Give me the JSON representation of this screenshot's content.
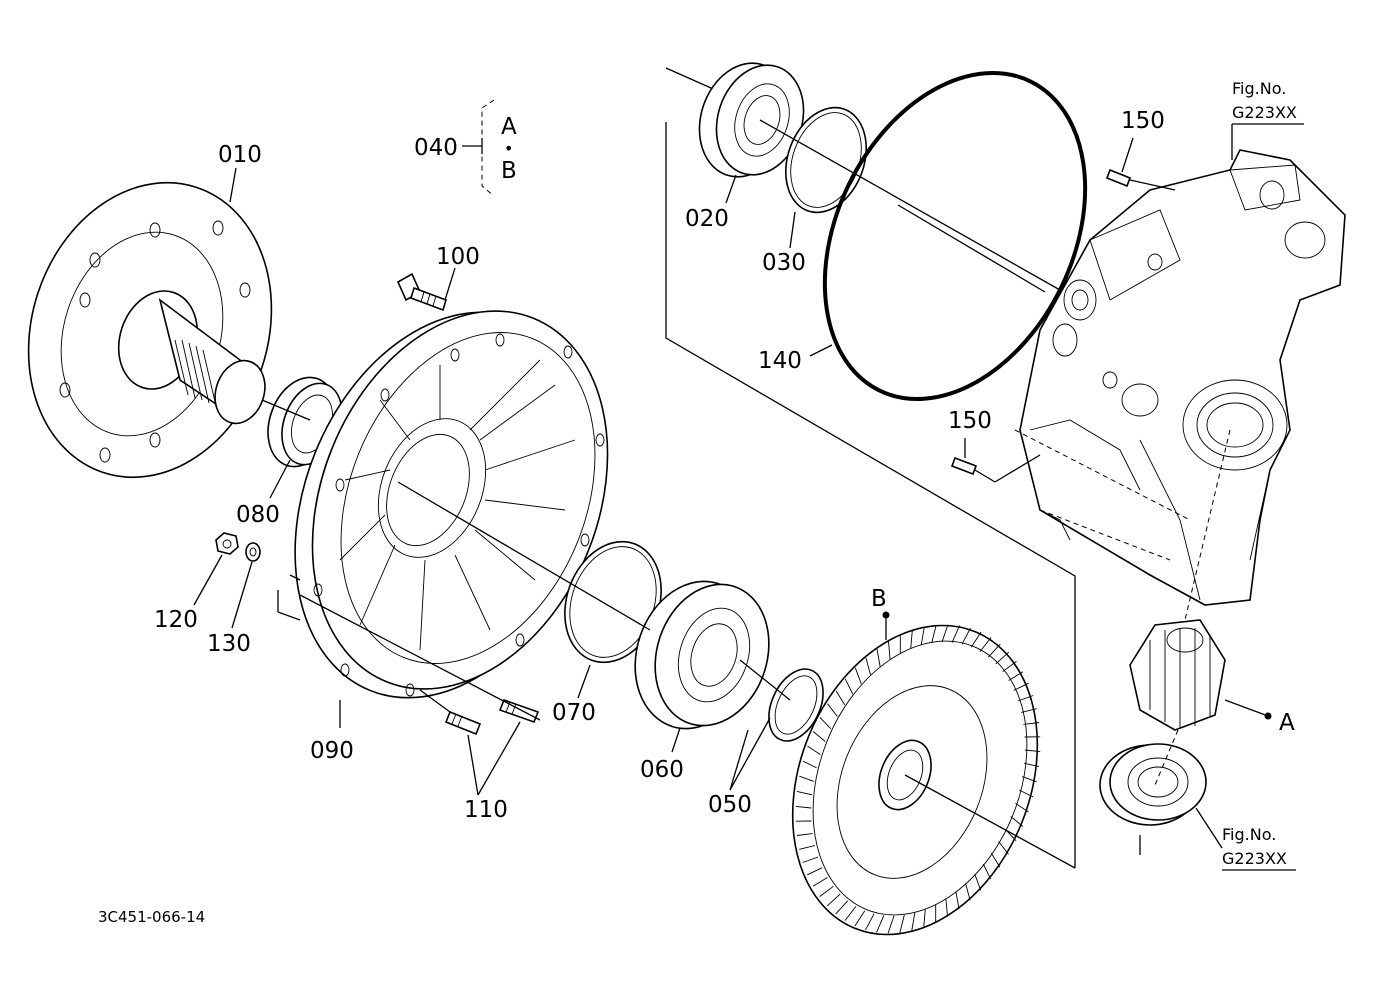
{
  "drawing_code": "3C451-066-14",
  "labels": {
    "p010": "010",
    "p020": "020",
    "p030": "030",
    "p040": "040",
    "p050": "050",
    "p060": "060",
    "p070": "070",
    "p080": "080",
    "p090": "090",
    "p100": "100",
    "p110": "110",
    "p120": "120",
    "p130": "130",
    "p140": "140",
    "p150a": "150",
    "p150b": "150"
  },
  "variant_bracket": {
    "top": "A",
    "dot": "•",
    "bottom": "B"
  },
  "callouts": {
    "a": "A",
    "b": "B"
  },
  "fig_refs": [
    {
      "line1": "Fig.No.",
      "line2": "G223XX"
    },
    {
      "line1": "Fig.No.",
      "line2": "G223XX"
    }
  ]
}
